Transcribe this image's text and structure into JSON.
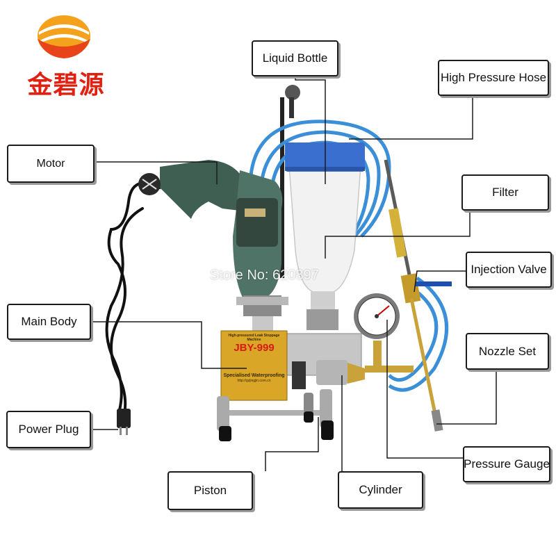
{
  "brand": {
    "name": "金碧源",
    "color": "#e02010"
  },
  "watermark": "Store No: 620897",
  "plate": {
    "title": "High-pressured Leak Stoppage Machine",
    "model": "JBY-999",
    "line3": "Specialised Waterproofing",
    "url": "http://gzjingjin.com.cn"
  },
  "labels": {
    "liquid_bottle": "Liquid Bottle",
    "high_pressure_hose": "High Pressure Hose",
    "motor": "Motor",
    "filter": "Filter",
    "injection_valve": "Injection Valve",
    "main_body": "Main Body",
    "nozzle_set": "Nozzle Set",
    "power_plug": "Power Plug",
    "pressure_gauge": "Pressure Gauge",
    "piston": "Piston",
    "cylinder": "Cylinder"
  },
  "colors": {
    "drill": "#3f5f52",
    "hose": "#3a8fd8",
    "bottle_cap": "#3a6fd0",
    "plate": "#d9a627"
  }
}
